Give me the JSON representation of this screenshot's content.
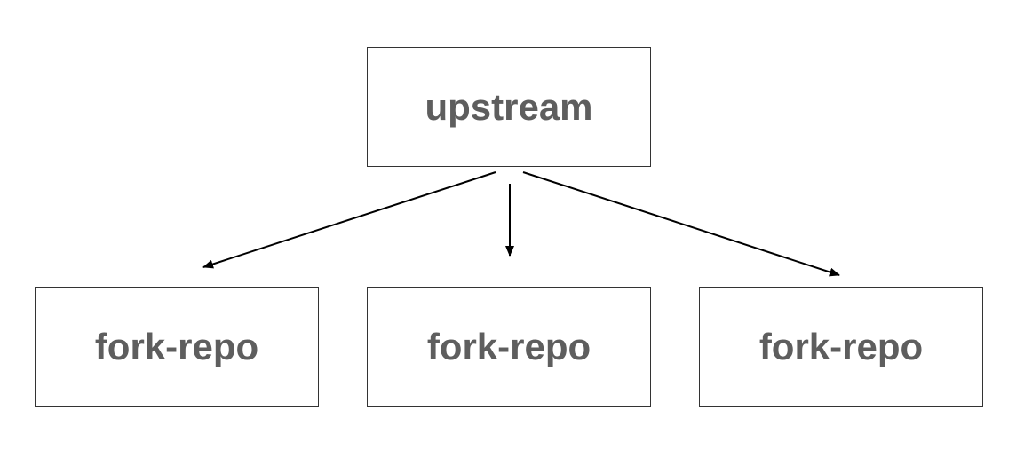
{
  "diagram": {
    "root": {
      "label": "upstream"
    },
    "children": [
      {
        "label": "fork-repo"
      },
      {
        "label": "fork-repo"
      },
      {
        "label": "fork-repo"
      }
    ],
    "edges": [
      {
        "from": "upstream",
        "to": "fork-repo-1"
      },
      {
        "from": "upstream",
        "to": "fork-repo-2"
      },
      {
        "from": "upstream",
        "to": "fork-repo-3"
      }
    ],
    "colors": {
      "text": "#5e5e5e",
      "border": "#333333",
      "arrow": "#000000",
      "background": "#ffffff"
    }
  }
}
